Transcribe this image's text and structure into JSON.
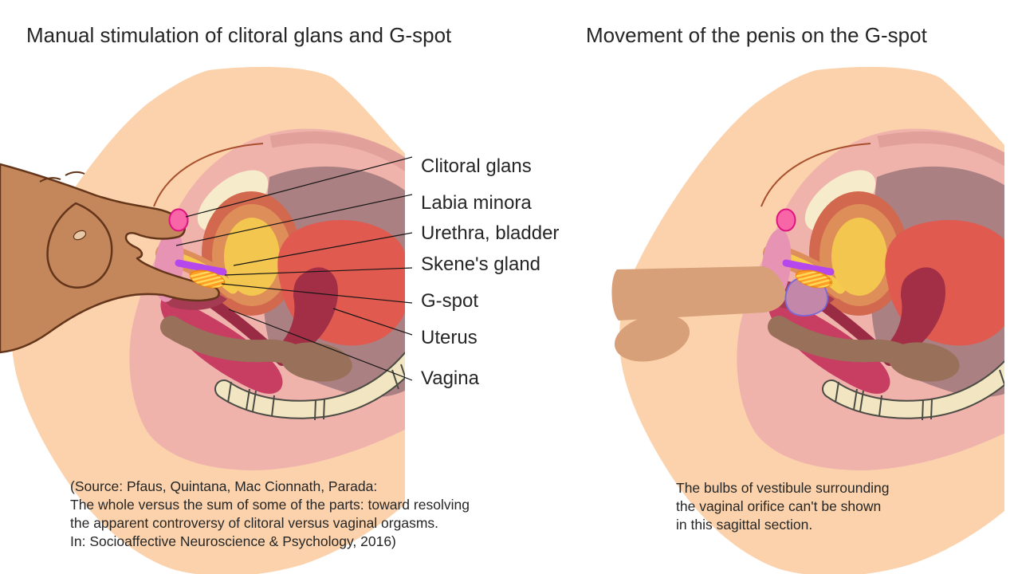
{
  "left_panel": {
    "title": "Manual stimulation of clitoral glans and G-spot",
    "labels": [
      "Clitoral glans",
      "Labia minora",
      "Urethra, bladder",
      "Skene's gland",
      "G-spot",
      "Uterus",
      "Vagina"
    ],
    "source_lines": [
      "(Source: Pfaus, Quintana, Mac Cionnath, Parada:",
      "The whole versus the sum of some of the parts: toward resolving",
      "the apparent controversy of clitoral versus vaginal orgasms.",
      "In: Socioaffective Neuroscience & Psychology, 2016)"
    ]
  },
  "right_panel": {
    "title": "Movement of the penis on the G-spot",
    "note_lines": [
      "The bulbs of vestibule surrounding",
      "the vaginal orifice can't be shown",
      "in this sagittal section."
    ]
  },
  "colors": {
    "background": "#FFFFFF",
    "text": "#262626",
    "leader_line": "#151515",
    "body_skin": "#FBD2AB",
    "tissue_pink": "#EFB3AC",
    "tissue_pink_band": "#E2A09B",
    "tissue_mauve": "#AA8082",
    "pubic_bone_cream": "#F6ECCB",
    "bladder_yellow": "#F3C74F",
    "organ_orange": "#DE8E58",
    "organ_orange_deep": "#D2684E",
    "urethra_purple": "#B647EC",
    "gspot_orange": "#FF9D26",
    "gspot_stripe_yellow": "#FFD95A",
    "labia_pink": "#E693B4",
    "clitoral_glans_pink": "#F966A7",
    "clitoral_glans_outline": "#DE1580",
    "uterus_red": "#E05A50",
    "uterus_cavity_maroon": "#A22F46",
    "vagina_crimson": "#C83E63",
    "vaginal_canal_dark": "#992B45",
    "rectum_brown": "#99705A",
    "coccyx_bone": "#F2E5C1",
    "hand_skin": "#C4875C",
    "hand_outline": "#63351A",
    "penis_skin": "#D7A078",
    "penis_glans_mauve": "#C287A9",
    "penis_glans_outline": "#7B68D8",
    "mons_line_brown": "#A8502E"
  }
}
